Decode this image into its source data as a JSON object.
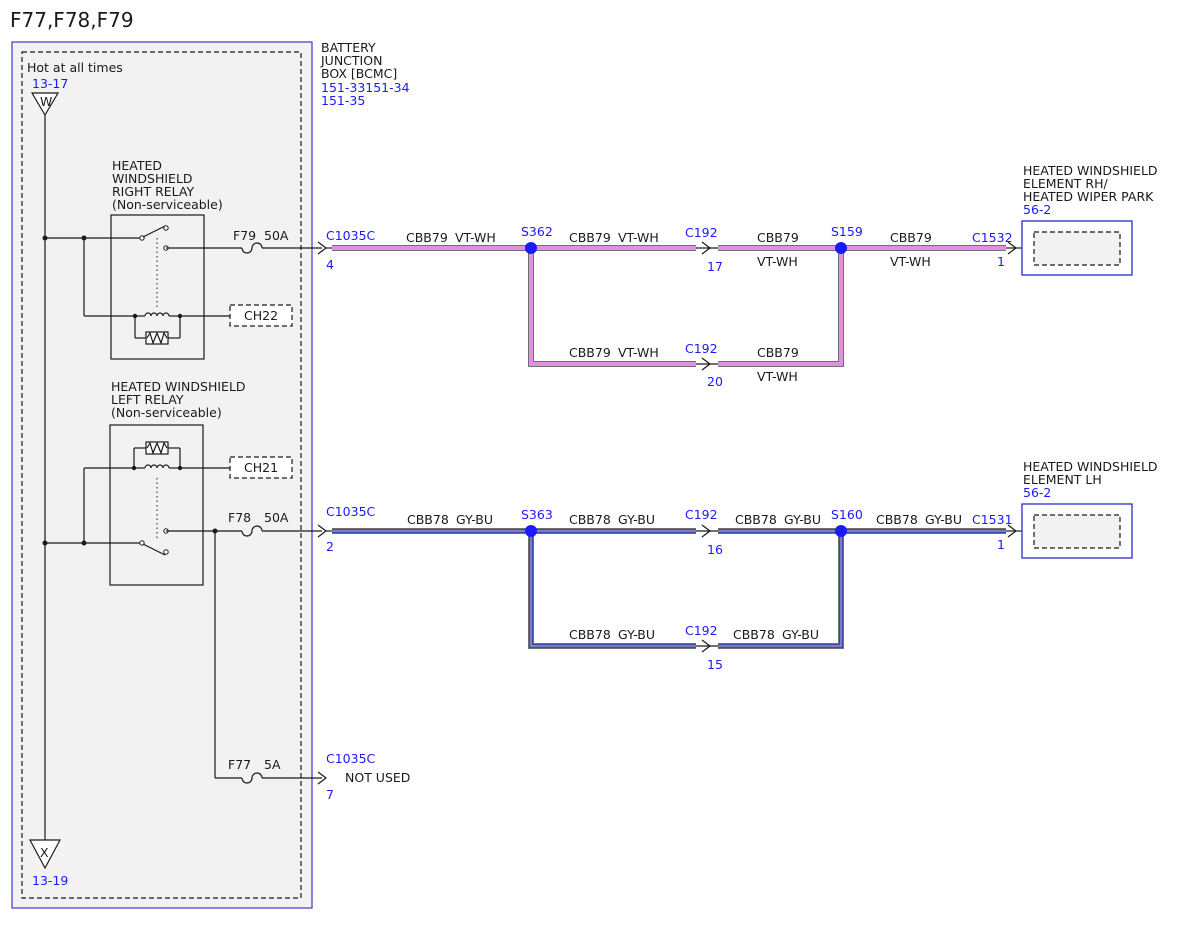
{
  "title": "F77,F78,F79",
  "power": {
    "hot_label": "Hot at all times",
    "top_ref": "13-17",
    "top_letter": "W",
    "bottom_ref": "13-19",
    "bottom_letter": "X"
  },
  "box": {
    "name_lines": [
      "BATTERY",
      "JUNCTION",
      "BOX [BCMC]"
    ],
    "refs": [
      "151-33151-34",
      "151-35"
    ]
  },
  "right_relay": {
    "lines": [
      "HEATED",
      "WINDSHIELD",
      "RIGHT RELAY",
      "(Non-serviceable)"
    ],
    "fuse": "F79",
    "amps": "50A",
    "ground": "CH22"
  },
  "left_relay": {
    "lines": [
      "HEATED WINDSHIELD",
      "LEFT RELAY",
      "(Non-serviceable)"
    ],
    "fuse": "F78",
    "amps": "50A",
    "ground": "CH21"
  },
  "f77": {
    "fuse": "F77",
    "amps": "5A",
    "connector": "C1035C",
    "pin": "7",
    "note": "NOT USED"
  },
  "circuit_rh": {
    "out_connector": "C1035C",
    "out_pin": "4",
    "circuit": "CBB79",
    "color": "VT-WH",
    "splice1": "S362",
    "splice2": "S159",
    "inline": "C192",
    "inline_pin_top": "17",
    "inline_pin_bottom": "20",
    "end_connector": "C1532",
    "end_pin": "1",
    "wire_color": "#e090e0"
  },
  "circuit_lh": {
    "out_connector": "C1035C",
    "out_pin": "2",
    "circuit": "CBB78",
    "color": "GY-BU",
    "splice1": "S363",
    "splice2": "S160",
    "inline": "C192",
    "inline_pin_top": "16",
    "inline_pin_bottom": "15",
    "end_connector": "C1531",
    "end_pin": "1",
    "wire_color": "#3a4ab0"
  },
  "component_rh": {
    "lines": [
      "HEATED WINDSHIELD",
      "ELEMENT RH/",
      "HEATED WIPER PARK"
    ],
    "ref": "56-2"
  },
  "component_lh": {
    "lines": [
      "HEATED WINDSHIELD",
      "ELEMENT LH"
    ],
    "ref": "56-2"
  },
  "colors": {
    "blue": "#1a1aff",
    "black": "#1a1a1a",
    "box_fill": "#f2f2f2"
  }
}
